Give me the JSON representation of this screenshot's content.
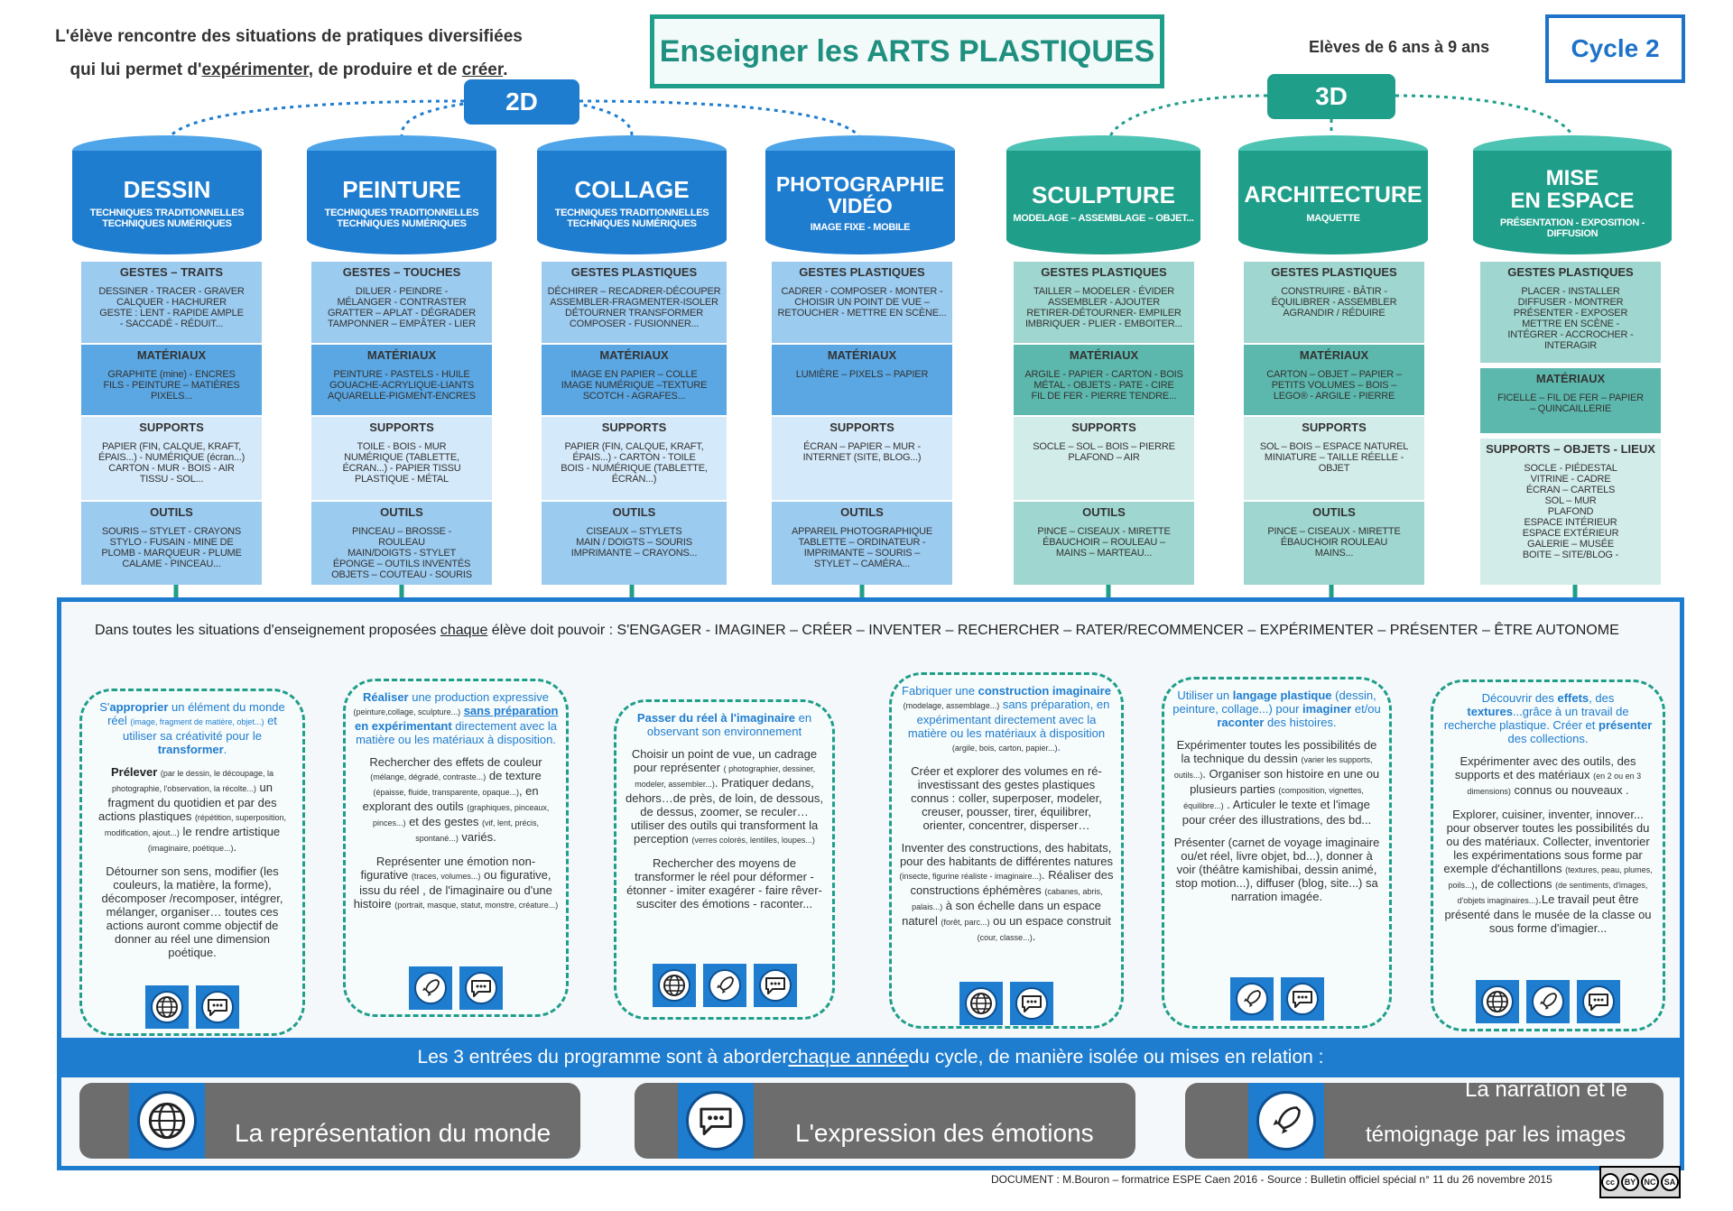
{
  "header": {
    "intro_1": "L'élève rencontre des situations de pratiques diversifiées",
    "intro_2a": "qui lui permet d'",
    "intro_2b": "expérimenter",
    "intro_2c": ", de produire et de ",
    "intro_2d": "créer",
    "intro_2e": ".",
    "title": "Enseigner les ARTS PLASTIQUES",
    "ages": "Elèves de 6 ans à 9 ans",
    "cycle": "Cycle 2",
    "pill_2d": "2D",
    "pill_3d": "3D"
  },
  "columns": [
    {
      "name": "DESSIN",
      "sub": "TECHNIQUES TRADITIONNELLES\nTECHNIQUES NUMÉRIQUES",
      "gestes_h": "GESTES – TRAITS",
      "gestes": "DESSINER - TRACER - GRAVER\nCALQUER - HACHURER\nGESTE : LENT - RAPIDE AMPLE\n- SACCADÉ - RÉDUIT...",
      "mat_h": "MATÉRIAUX",
      "mat": "GRAPHITE (mine) - ENCRES\nFILS - PEINTURE – MATIÈRES\nPIXELS...",
      "sup_h": "SUPPORTS",
      "sup": "PAPIER (FIN, CALQUE, KRAFT,\nÉPAIS...) - NUMÉRIQUE (écran...)\nCARTON - MUR - BOIS - AIR\nTISSU - SOL...",
      "out_h": "OUTILS",
      "out": "SOURIS – STYLET - CRAYONS\nSTYLO - FUSAIN - MINE DE\nPLOMB - MARQUEUR - PLUME\nCALAME - PINCEAU..."
    },
    {
      "name": "PEINTURE",
      "sub": "TECHNIQUES TRADITIONNELLES\nTECHNIQUES NUMÉRIQUES",
      "gestes_h": "GESTES – TOUCHES",
      "gestes": "DILUER - PEINDRE -\nMÉLANGER - CONTRASTER\nGRATTER – APLAT - DÉGRADER\nTAMPONNER – EMPÂTER - LIER",
      "mat_h": "MATÉRIAUX",
      "mat": "PEINTURE - PASTELS - HUILE\nGOUACHE-ACRYLIQUE-LIANTS\nAQUARELLE-PIGMENT-ENCRES",
      "sup_h": "SUPPORTS",
      "sup": "TOILE - BOIS - MUR\nNUMÉRIQUE (TABLETTE,\nÉCRAN...) - PAPIER TISSU\nPLASTIQUE - MÉTAL",
      "out_h": "OUTILS",
      "out": "PINCEAU – BROSSE -\nROULEAU\nMAIN/DOIGTS - STYLET\nÉPONGE – OUTILS INVENTÉS\nOBJETS – COUTEAU - SOURIS"
    },
    {
      "name": "COLLAGE",
      "sub": "TECHNIQUES TRADITIONNELLES\nTECHNIQUES NUMÉRIQUES",
      "gestes_h": "GESTES PLASTIQUES",
      "gestes": "DÉCHIRER – RECADRER-DÉCOUPER\nASSEMBLER-FRAGMENTER-ISOLER\nDÉTOURNER TRANSFORMER\nCOMPOSER - FUSIONNER...",
      "mat_h": "MATÉRIAUX",
      "mat": "IMAGE EN PAPIER – COLLE\nIMAGE NUMÉRIQUE –TEXTURE\nSCOTCH - AGRAFES...",
      "sup_h": "SUPPORTS",
      "sup": "PAPIER (FIN, CALQUE, KRAFT,\nÉPAIS...) - CARTON - TOILE\nBOIS - NUMÉRIQUE (TABLETTE,\nÉCRAN...)",
      "out_h": "OUTILS",
      "out": "CISEAUX – STYLETS\nMAIN / DOIGTS – SOURIS\nIMPRIMANTE – CRAYONS..."
    },
    {
      "name": "PHOTOGRAPHIE\nVIDÉO",
      "sub": "IMAGE FIXE - MOBILE",
      "gestes_h": "GESTES PLASTIQUES",
      "gestes": "CADRER - COMPOSER - MONTER -\nCHOISIR UN POINT DE VUE –\nRETOUCHER - METTRE EN SCÈNE...",
      "mat_h": "MATÉRIAUX",
      "mat": "LUMIÈRE – PIXELS – PAPIER",
      "sup_h": "SUPPORTS",
      "sup": "ÉCRAN – PAPIER – MUR -\nINTERNET (SITE, BLOG...)",
      "out_h": "OUTILS",
      "out": "APPAREIL PHOTOGRAPHIQUE\nTABLETTE – ORDINATEUR -\nIMPRIMANTE – SOURIS –\nSTYLET – CAMÉRA..."
    },
    {
      "name": "SCULPTURE",
      "sub": "MODELAGE – ASSEMBLAGE – OBJET...",
      "gestes_h": "GESTES PLASTIQUES",
      "gestes": "TAILLER – MODELER - ÉVIDER\nASSEMBLER - AJOUTER\nRETIRER-DÉTOURNER- EMPILER\nIMBRIQUER - PLIER - EMBOITER...",
      "mat_h": "MATÉRIAUX",
      "mat": "ARGILE - PAPIER - CARTON - BOIS\nMÉTAL - OBJETS - PATE - CIRE\nFIL DE FER - PIERRE TENDRE...",
      "sup_h": "SUPPORTS",
      "sup": "SOCLE – SOL – BOIS – PIERRE\nPLAFOND – AIR",
      "out_h": "OUTILS",
      "out": "PINCE – CISEAUX - MIRETTE\nÉBAUCHOIR – ROULEAU –\nMAINS – MARTEAU..."
    },
    {
      "name": "ARCHITECTURE",
      "sub": "MAQUETTE",
      "gestes_h": "GESTES PLASTIQUES",
      "gestes": "CONSTRUIRE - BÂTIR -\nÉQUILIBRER - ASSEMBLER\nAGRANDIR / RÉDUIRE",
      "mat_h": "MATÉRIAUX",
      "mat": "CARTON – OBJET – PAPIER –\nPETITS VOLUMES – BOIS –\nLEGO® - ARGILE - PIERRE",
      "sup_h": "SUPPORTS",
      "sup": "SOL – BOIS – ESPACE NATUREL\nMINIATURE – TAILLE RÉELLE -\nOBJET",
      "out_h": "OUTILS",
      "out": "PINCE – CISEAUX - MIRETTE\nÉBAUCHOIR ROULEAU\nMAINS..."
    },
    {
      "name": "MISE\nEN ESPACE",
      "sub": "PRÉSENTATION - EXPOSITION -\nDIFFUSION",
      "gestes_h": "GESTES PLASTIQUES",
      "gestes": "PLACER - INSTALLER\nDIFFUSER - MONTRER\nPRÉSENTER - EXPOSER\nMETTRE EN SCÈNE -\nINTÉGRER - ACCROCHER -\nINTERAGIR",
      "mat_h": "MATÉRIAUX",
      "mat": "FICELLE – FIL DE FER – PAPIER\n– QUINCAILLERIE",
      "sup_h": "SUPPORTS – OBJETS - LIEUX",
      "sup": "SOCLE - PIÉDESTAL\nVITRINE - CADRE\nÉCRAN – CARTELS\nSOL – MUR\nPLAFOND\nESPACE INTÉRIEUR\nESPACE EXTÉRIEUR\nGALERIE – MUSÉE\nBOITE – SITE/BLOG -",
      "out_h": "",
      "out": ""
    }
  ],
  "verbs": {
    "a": "Dans toutes les situations d'enseignement proposées ",
    "b": "chaque",
    "c": " élève doit pouvoir : S'ENGAGER - IMAGINER – CRÉER – INVENTER – RECHERCHER – RATER/RECOMMENCER – EXPÉRIMENTER – PRÉSENTER – ÊTRE AUTONOME"
  },
  "cards": [
    {
      "lead_html": "S'<b>approprier</b> un élément du monde réel <small>(image, fragment de matière, objet...)</small> et utiliser sa créativité pour le <b>transformer</b>.",
      "p1": "<b style=\"color:#222\">Prélever</b> <small>(par le dessin, le découpage, la photographie, l'observation, la récolte...)</small> un fragment du quotidien et par des actions plastiques <small>(répétition, superposition, modification, ajout...)</small> le rendre artistique <small>(imaginaire, poétique...)</small>.",
      "p2": "Détourner son sens, modifier (les couleurs, la matière, la forme), décomposer /recomposer, intégrer, mélanger, organiser… toutes ces actions auront comme objectif de donner au réel une dimension poétique.",
      "p3": ""
    },
    {
      "lead_html": "<b>Réaliser</b> une production expressive <small style=\"color:#333\">(peinture,collage, sculpture...)</small> <b><u>sans préparation</u></b> <b>en expérimentant</b> directement avec la matière ou les matériaux à disposition.",
      "p1": "Rechercher des effets de couleur <small>(mélange, dégradé, contraste...)</small> de texture <small>(épaisse, fluide, transparente, opaque...)</small>, en explorant des outils <small>(graphiques, pinceaux, pinces...)</small> et des gestes <small>(vif, lent, précis, spontané...)</small> variés.",
      "p2": "Représenter une émotion non-figurative <small>(traces, volumes...)</small> ou figurative, issu du réel , de l'imaginaire ou d'une histoire <small>(portrait, masque, statut, monstre, créature...)</small>",
      "p3": ""
    },
    {
      "lead_html": "<b>Passer du réel à l'imaginaire</b> en observant son environnement",
      "p1": "Choisir un point de vue, un cadrage pour représenter <small>( photographier, dessiner, modeler, assembler...)</small>. Pratiquer dedans, dehors…de près, de loin, de dessous, de dessus, zoomer, se reculer…utiliser des outils qui transforment la perception <small>(verres colorés, lentilles, loupes...)</small>",
      "p2": "Rechercher des moyens de transformer le réel pour déformer - étonner - imiter exagérer - faire rêver- susciter des émotions - raconter...",
      "p3": ""
    },
    {
      "lead_html": "Fabriquer une <b>construction imaginaire</b> <small style=\"color:#333\">(modelage, assemblage...)</small> sans préparation, en expérimentant directement avec la matière ou les matériaux à disposition <small style=\"color:#333\">(argile, bois, carton, papier...)</small>.",
      "p1": "Créer et explorer des volumes en ré-investissant des gestes plastiques connus : coller, superposer, modeler, creuser, pousser, tirer, équilibrer, orienter, concentrer, disperser…",
      "p2": "Inventer des constructions, des habitats, pour des habitants de différentes natures <small>(insecte, figurine réaliste - imaginaire...)</small>. Réaliser des constructions éphémères <small>(cabanes, abris, palais...)</small> à son échelle dans un espace naturel <small>(forêt, parc...)</small> ou un espace construit <small>(cour, classe...)</small>.",
      "p3": ""
    },
    {
      "lead_html": "Utiliser un <b>langage plastique</b> (dessin, peinture, collage...) pour <b>imaginer</b> et/ou <b>raconter</b> des histoires.",
      "p1": "Expérimenter toutes les possibilités de la technique du dessin <small>(varier les supports, outils...)</small>. Organiser son histoire en une ou plusieurs parties <small>(composition, vignettes, équilibre...)</small> . Articuler le texte et l'image pour créer des illustrations, des bd...",
      "p2": "Présenter (carnet de voyage imaginaire ou/et réel, livre objet, bd...), donner à voir (théâtre kamishibai, dessin animé, stop motion...), diffuser (blog, site...) sa narration imagée.",
      "p3": ""
    },
    {
      "lead_html": "Découvrir des <b>effets</b>, des <b>textures</b>...grâce à un travail de recherche plastique. Créer et <b>présenter</b> des collections.",
      "p1": "Expérimenter avec des outils, des supports et des matériaux <small>(en 2 ou en 3 dimensions)</small> connus ou nouveaux .",
      "p2": "Explorer, cuisiner, inventer, innover... pour observer toutes les possibilités du ou des matériaux. Collecter, inventorier les expérimentations sous forme par exemple d'échantillons <small>(textures, peau, plumes, poils...)</small>, de collections <small>(de sentiments, d'images, d'objets imaginaires...)</small>.Le travail peut être présenté dans le musée de la classe ou sous forme d'imagier...",
      "p3": ""
    }
  ],
  "entrees": {
    "a": "Les 3 entrées du programme sont à aborder ",
    "b": "chaque année",
    "c": " du cycle, de manière isolée ou mises en relation :"
  },
  "bands": {
    "monde": "La représentation du monde",
    "emotions": "L'expression des émotions",
    "narration_1": "La narration et le",
    "narration_2": "témoignage par les images"
  },
  "footer": "DOCUMENT : M.Bouron – formatrice ESPE Caen 2016 - Source : Bulletin officiel spécial n° 11 du 26 novembre 2015",
  "license": {
    "cc": "cc",
    "by": "BY",
    "nc": "NC",
    "sa": "SA"
  },
  "colors": {
    "blue": "#1f7dd0",
    "teal": "#1f9e8a"
  }
}
